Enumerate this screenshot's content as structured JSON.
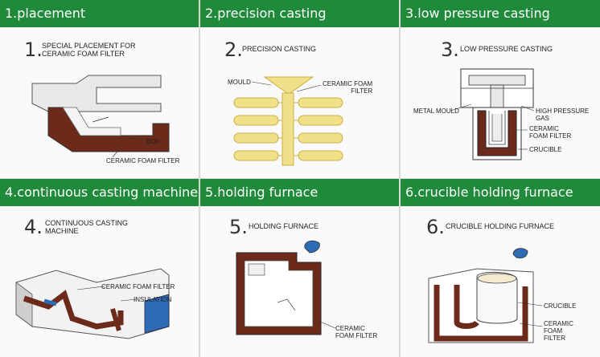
{
  "colors": {
    "header": "#1e8a3a",
    "wall": "#6b2a1a",
    "mould": "#f0e08a",
    "mould_stroke": "#c8b040",
    "water": "#2d6bb5"
  },
  "panels": [
    {
      "title": "1.placement",
      "number": "1.",
      "caption": "SPECIAL PLACEMENT FOR\nCERAMIC FOAM FILTER",
      "labels": [
        "BOX",
        "CERAMIC FOAM FILTER"
      ]
    },
    {
      "title": "2.precision casting",
      "number": "2.",
      "caption": "PRECISION CASTING",
      "labels": [
        "MOULD",
        "CERAMIC FOAM\nFILTER"
      ]
    },
    {
      "title": "3.low pressure casting",
      "number": "3.",
      "caption": "LOW PRESSURE CASTING",
      "labels": [
        "METAL MOULD",
        "HIGH PRESSURE\nGAS",
        "CERAMIC\nFOAM FILTER",
        "CRUCIBLE"
      ]
    },
    {
      "title": "4.continuous casting machine",
      "number": "4.",
      "caption": "CONTINUOUS CASTING\nMACHINE",
      "labels": [
        "CERAMIC FOAM FILTER",
        "INSULATION"
      ]
    },
    {
      "title": "5.holding furnace",
      "number": "5.",
      "caption": "HOLDING FURNACE",
      "labels": [
        "CERAMIC\nFOAM FILTER"
      ]
    },
    {
      "title": "6.crucible holding furnace",
      "number": "6.",
      "caption": "CRUCIBLE HOLDING FURNACE",
      "labels": [
        "CRUCIBLE",
        "CERAMIC\nFOAM\nFILTER"
      ]
    }
  ]
}
